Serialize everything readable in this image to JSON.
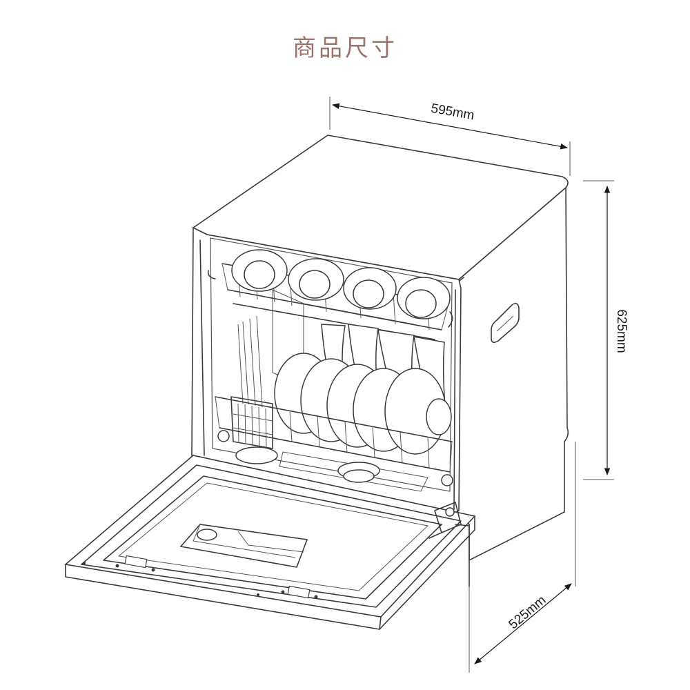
{
  "title": "商品尺寸",
  "dimensions": {
    "width": "595mm",
    "height": "625mm",
    "depth": "525mm"
  },
  "colors": {
    "title": "#9a7466",
    "line": "#3a3a3a"
  }
}
